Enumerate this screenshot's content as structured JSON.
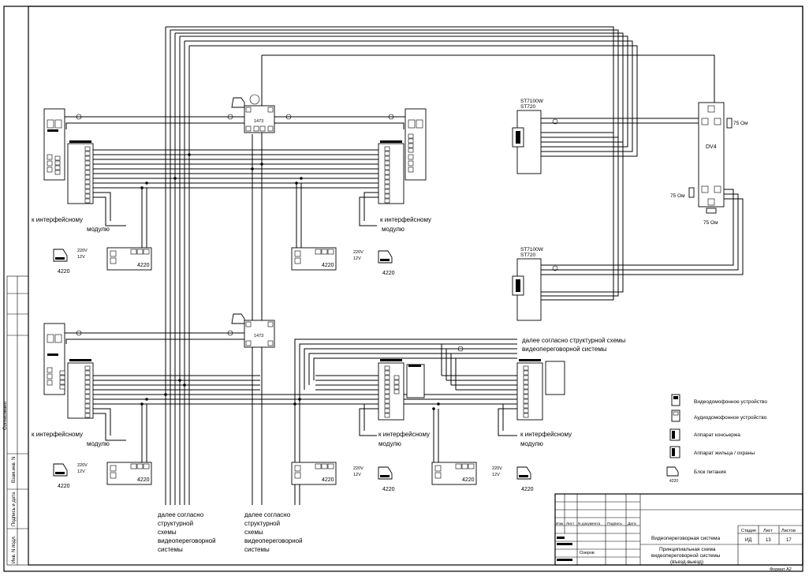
{
  "labels": {
    "to_interface": "к интерфейсному",
    "module": "модулю",
    "continue_l1": "далее согласно",
    "continue_l2": "структурной",
    "continue_l3": "схемы",
    "continue_l4": "видеопереговорной",
    "continue_l5": "системы",
    "continue_right_l1": "далее согласно структурной схемы",
    "continue_right_l2": "видеопереговорной системы",
    "psu": "4220",
    "v220": "220V",
    "v12": "12V",
    "node_1473": "1473",
    "monitor_model_l1": "ST7100W",
    "monitor_model_l2": "ST720",
    "dv4": "DV4",
    "ohm75": "75 Ом"
  },
  "legend": {
    "video": "Видеодомофонное устройство",
    "audio": "Аудиодомофонное устройство",
    "concierge": "Аппарат консьержа",
    "resident": "Аппарат жильца / охраны",
    "psu_label": "4220",
    "psu": "Блок питания"
  },
  "sidebar": {
    "agreed": "Согласовано",
    "inv_sub": "Взам.инв. N",
    "sign_date": "Подпись и дата",
    "inv_orig": "Инв. N подл."
  },
  "title_block": {
    "h_izm": "Изм.",
    "h_list": "Лист",
    "h_doc": "N документа",
    "h_sign": "Подпись",
    "h_date": "Дата",
    "surname": "Озеров",
    "project": "Видеопереговорная система",
    "title_l1": "Принципиальная схема",
    "title_l2": "видеопереговорной системы",
    "title_l3": "(въезд-выезд)",
    "stage_h": "Стадия",
    "sheet_h": "Лист",
    "sheets_h": "Листов",
    "stage": "ИД",
    "sheet": "13",
    "sheets": "17",
    "format": "Формат А2"
  }
}
